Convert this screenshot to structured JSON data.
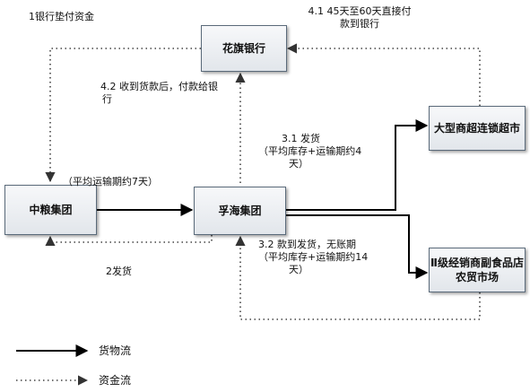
{
  "nodes": {
    "huaqi_bank": "花旗银行",
    "zhongliang": "中粮集团",
    "yuhai": "孚海集团",
    "supermarket": "大型商超连锁超市",
    "distributor_line1": "Ⅱ级经销商副食品店",
    "distributor_line2": "农贸市场"
  },
  "labels": {
    "step1": "1银行垫付资金",
    "step2": "2发货",
    "step41_line1": "4.1 45天至60天直接付",
    "step41_line2": "款到银行",
    "step42_line1": "4.2 收到货款后，付款给银",
    "step42_line2": "行",
    "transport": "（平均运输期约7天）",
    "step31_line1": "3.1 发货",
    "step31_line2": "（平均库存+运输期约4",
    "step31_line3": "天）",
    "step32_line1": "3.2 款到发货，无账期",
    "step32_line2": "（平均库存+运输期约14",
    "step32_line3": "天）"
  },
  "legend": {
    "goods_flow": "货物流",
    "money_flow": "资金流"
  },
  "colors": {
    "box_border": "#5a6a7a",
    "line": "#000000",
    "dotted": "#444444"
  }
}
